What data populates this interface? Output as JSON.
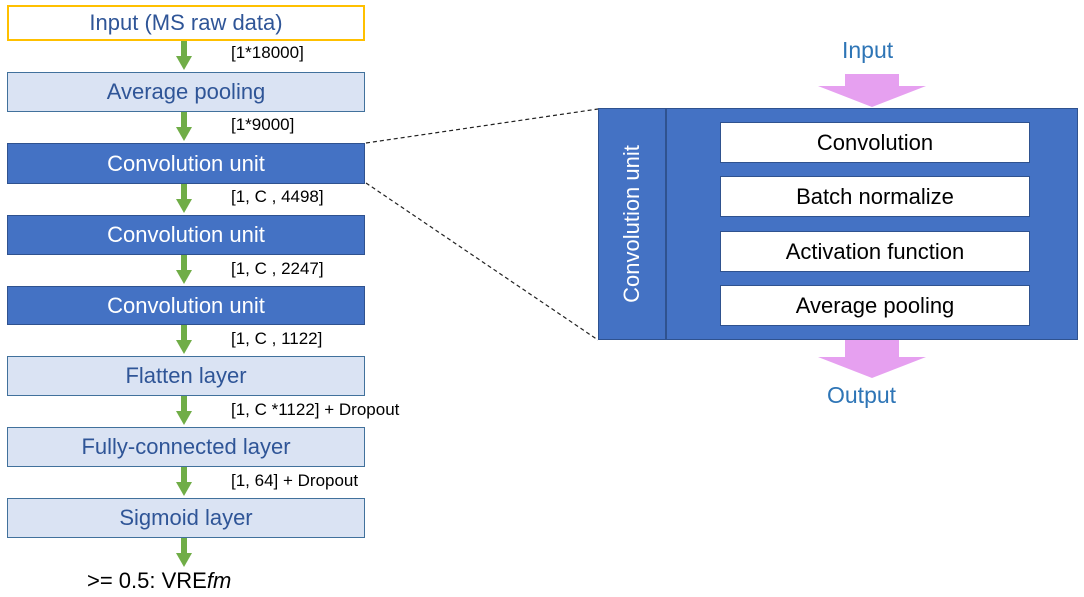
{
  "pipeline": {
    "input": "Input (MS raw data)",
    "steps": [
      "Average pooling",
      "Convolution unit",
      "Convolution unit",
      "Convolution unit",
      "Flatten layer",
      "Fully-connected layer",
      "Sigmoid layer"
    ],
    "shapes": [
      "[1*18000]",
      "[1*9000]",
      "[1, C , 4498]",
      "[1, C , 2247]",
      "[1, C , 1122]",
      "[1, C *1122] + Dropout",
      "[1, 64] + Dropout"
    ],
    "output_prefix": ">= 0.5: VRE",
    "output_italic": "fm"
  },
  "detail": {
    "input_label": "Input",
    "output_label": "Output",
    "unit_title": "Convolution unit",
    "layers": [
      "Convolution",
      "Batch normalize",
      "Activation function",
      "Average pooling"
    ]
  },
  "colors": {
    "dark_box": "#4472c4",
    "light_box": "#dae3f3",
    "input_border": "#ffc000",
    "arrow_green": "#70ad47",
    "arrow_pink": "#e6a0f0",
    "label_blue": "#2e75b6"
  }
}
